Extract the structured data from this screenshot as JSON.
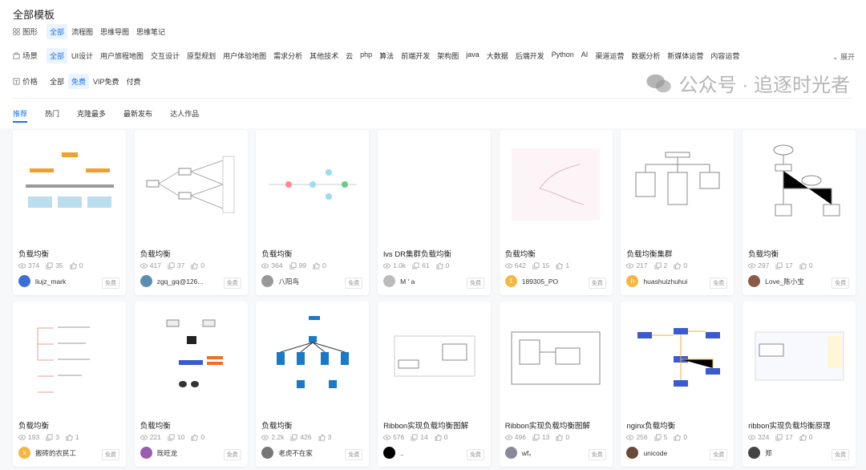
{
  "page_title": "全部模板",
  "filters": {
    "shape": {
      "label": "图形",
      "options": [
        "全部",
        "流程图",
        "思维导图",
        "思维笔记"
      ],
      "active": 0
    },
    "scene": {
      "label": "场景",
      "options": [
        "全部",
        "UI设计",
        "用户旅程地图",
        "交互设计",
        "原型规划",
        "用户体验地图",
        "需求分析",
        "其他技术",
        "云",
        "php",
        "算法",
        "前端开发",
        "架构图",
        "java",
        "大数据",
        "后端开发",
        "Python",
        "AI",
        "渠道运营",
        "数据分析",
        "新媒体运营",
        "内容运营"
      ],
      "active": 0,
      "expand_label": "展开"
    },
    "price": {
      "label": "价格",
      "options": [
        "全部",
        "免费",
        "VIP免费",
        "付费"
      ],
      "active": 1
    }
  },
  "tabs": [
    "推荐",
    "热门",
    "克隆最多",
    "最新发布",
    "达人作品"
  ],
  "active_tab": 0,
  "cards": [
    {
      "title": "负载均衡",
      "views": "374",
      "clones": "35",
      "likes": "0",
      "author": "liujz_mark",
      "badge": "免费",
      "avatar_color": "#3b6fd8",
      "avatar_text": ""
    },
    {
      "title": "负载均衡",
      "views": "417",
      "clones": "37",
      "likes": "0",
      "author": "zgq_gq@126...",
      "badge": "免费",
      "avatar_color": "#5a8fb0",
      "avatar_text": ""
    },
    {
      "title": "负载均衡",
      "views": "364",
      "clones": "99",
      "likes": "0",
      "author": "八阳鸟",
      "badge": "免费",
      "avatar_color": "#999",
      "avatar_text": ""
    },
    {
      "title": "lvs DR集群负载均衡",
      "views": "1.0k",
      "clones": "61",
      "likes": "0",
      "author": "M ' a",
      "badge": "免费",
      "avatar_color": "#bbb",
      "avatar_text": ""
    },
    {
      "title": "负载均衡",
      "views": "642",
      "clones": "15",
      "likes": "1",
      "author": "189305_PO",
      "badge": "免费",
      "avatar_color": "#f5b642",
      "avatar_text": "1"
    },
    {
      "title": "负载均衡集群",
      "views": "217",
      "clones": "2",
      "likes": "0",
      "author": "huashuizhuhui",
      "badge": "免费",
      "avatar_color": "#f5b642",
      "avatar_text": "h"
    },
    {
      "title": "负载均衡",
      "views": "297",
      "clones": "17",
      "likes": "0",
      "author": "Love_陈小宝",
      "badge": "免费",
      "avatar_color": "#8a5a4a",
      "avatar_text": ""
    },
    {
      "title": "负载均衡",
      "views": "193",
      "clones": "3",
      "likes": "1",
      "author": "搬砖的农民工",
      "badge": "免费",
      "avatar_color": "#f5b642",
      "avatar_text": "x"
    },
    {
      "title": "负载均衡",
      "views": "221",
      "clones": "10",
      "likes": "0",
      "author": "既旺龙",
      "badge": "免费",
      "avatar_color": "#9a5bb0",
      "avatar_text": ""
    },
    {
      "title": "负载均衡",
      "views": "2.2k",
      "clones": "426",
      "likes": "3",
      "author": "老虎不在家",
      "badge": "免费",
      "avatar_color": "#777",
      "avatar_text": ""
    },
    {
      "title": "Ribbon实现负载均衡图解",
      "views": "576",
      "clones": "14",
      "likes": "0",
      "author": "..",
      "badge": "免费",
      "avatar_color": "#000",
      "avatar_text": ""
    },
    {
      "title": "Ribbon实现负载均衡图解",
      "views": "496",
      "clones": "13",
      "likes": "0",
      "author": "wf。",
      "badge": "免费",
      "avatar_color": "#889",
      "avatar_text": ""
    },
    {
      "title": "nginx负载均衡",
      "views": "256",
      "clones": "5",
      "likes": "0",
      "author": "unicode",
      "badge": "免费",
      "avatar_color": "#6a4a3a",
      "avatar_text": ""
    },
    {
      "title": "ribbon实现负载均衡原理",
      "views": "324",
      "clones": "17",
      "likes": "0",
      "author": "郑",
      "badge": "免费",
      "avatar_color": "#444",
      "avatar_text": ""
    }
  ],
  "watermark": "公众号 · 追逐时光者",
  "colors": {
    "accent": "#1a73e8"
  }
}
